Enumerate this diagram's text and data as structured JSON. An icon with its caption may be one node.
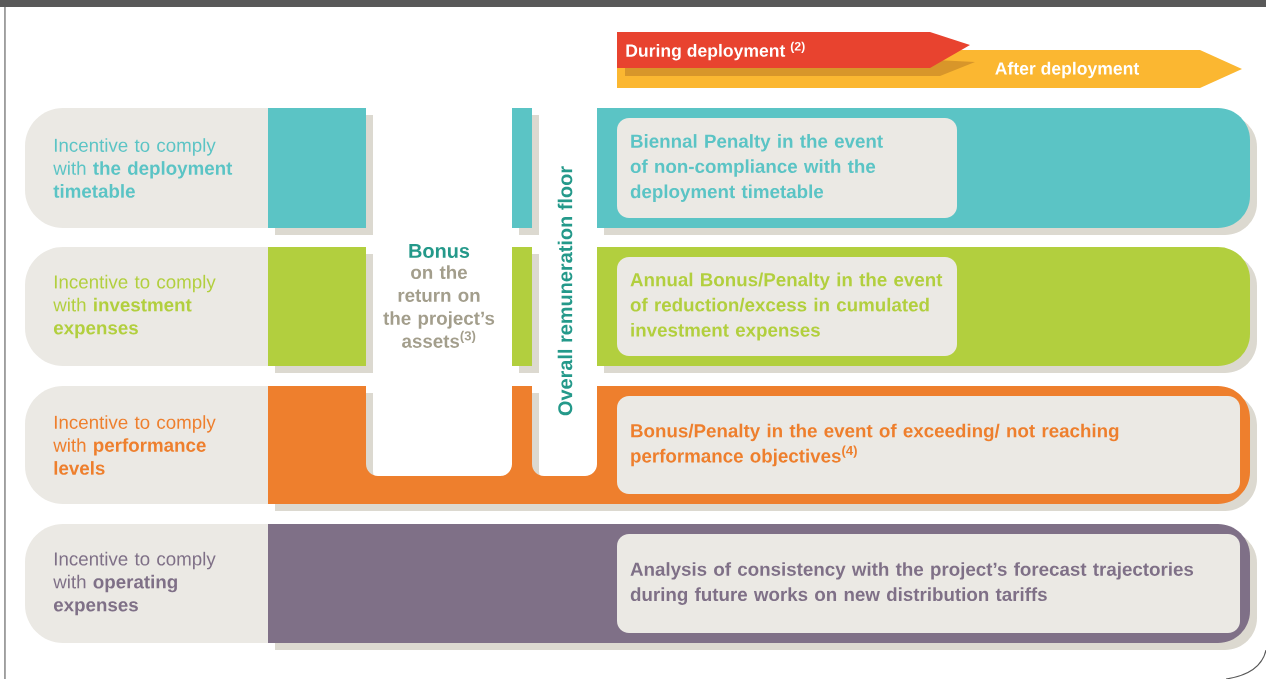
{
  "diagram": {
    "nodes": [
      {
        "text": [
          "During deployment $^{(2)}$"
        ]
      },
      {
        "text": [
          "After deployment"
        ]
      },
      {
        "text": [
          "Incentive to comply with **the deployment timetable**"
        ]
      },
      {
        "text": [
          "Incentive to comply with **investment expenses**"
        ]
      },
      {
        "text": [
          "Incentive to comply with **performance levels**"
        ]
      },
      {
        "text": [
          "Incentive to comply with **operating expenses**"
        ]
      },
      {
        "text": [
          "Biennal Penalty in the event of non-compliance with the deployment timetable"
        ]
      },
      {
        "text": [
          "Annual Bonus/Penalty in the event of reduction/excess in cumulated investment expenses"
        ]
      },
      {
        "text": [
          "Bonus/Penalty in the event of exceeding/ not reaching performance objectives$^{(4)}$"
        ]
      },
      {
        "text": [
          "Analysis of consistency with the project’s forecast trajectories during future works on new distribution tariffs"
        ]
      }
    ],
    "labels": [
      "Bonus",
      "on the return on the project’s assets$^{(3)}$",
      "Overall remuneration floor"
    ]
  }
}
